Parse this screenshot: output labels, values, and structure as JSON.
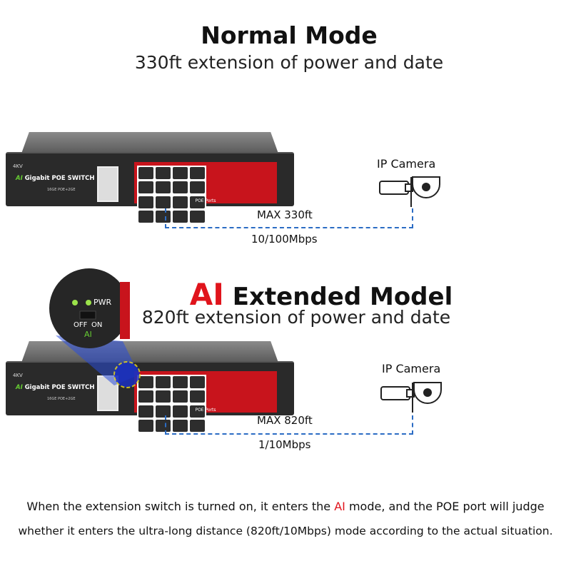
{
  "normal": {
    "title": "Normal Mode",
    "subtitle": "330ft extension of power and date",
    "max": "MAX 330ft",
    "speed": "10/100Mbps",
    "camera": "IP Camera"
  },
  "ai": {
    "title_ai": "AI",
    "title_rest": " Extended Model",
    "subtitle": "820ft extension of power and date",
    "max": "MAX 820ft",
    "speed": "1/10Mbps",
    "camera": "IP Camera"
  },
  "switch": {
    "logo": "4KV",
    "name_ai": "AI",
    "name": " Gigabit POE SWITCH",
    "model": "16GE POE+2GE",
    "poe_label": "POE Ports"
  },
  "zoom": {
    "pwr": "PWR",
    "off": "OFF",
    "on": "ON",
    "ai": "AI"
  },
  "bottom": {
    "line1_a": "When the extension switch is turned on, it enters the ",
    "line1_ai": "AI",
    "line1_b": " mode, and the POE port will judge",
    "line2": "whether it enters the ultra-long distance (820ft/10Mbps) mode according to the actual situation."
  },
  "colors": {
    "accent_red": "#e0141c",
    "dash_blue": "#2b6cc4",
    "led_green": "#7cd62a"
  }
}
